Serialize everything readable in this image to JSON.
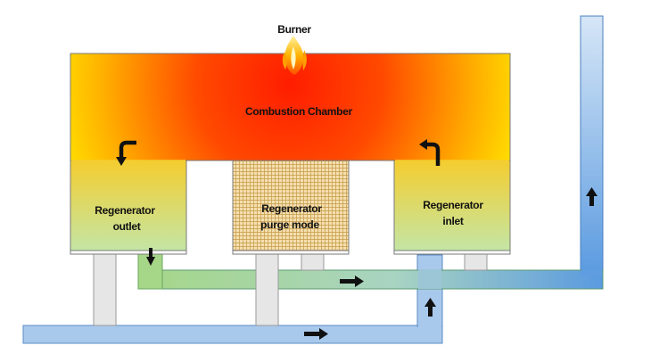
{
  "labels": {
    "burner": "Burner",
    "combustion_chamber": "Combustion Chamber",
    "regen_outlet": [
      "Regenerator",
      "outlet"
    ],
    "regen_purge": [
      "Regenerator",
      "purge mode"
    ],
    "regen_inlet": [
      "Regenerator",
      "inlet"
    ]
  },
  "icons": {
    "flame": "flame-icon",
    "arrow": "arrow-icon"
  },
  "colors": {
    "flame_red": "#ff1a00",
    "flame_yellow": "#ffff00",
    "regenerator_top": "#f2cc33",
    "regenerator_bottom": "#c6e7a1",
    "pipe_blue": "#a9c9ec",
    "pipe_green": "#a6d687",
    "duct_gray": "#e6e6e6",
    "purge_checker": "#f4deaa"
  }
}
